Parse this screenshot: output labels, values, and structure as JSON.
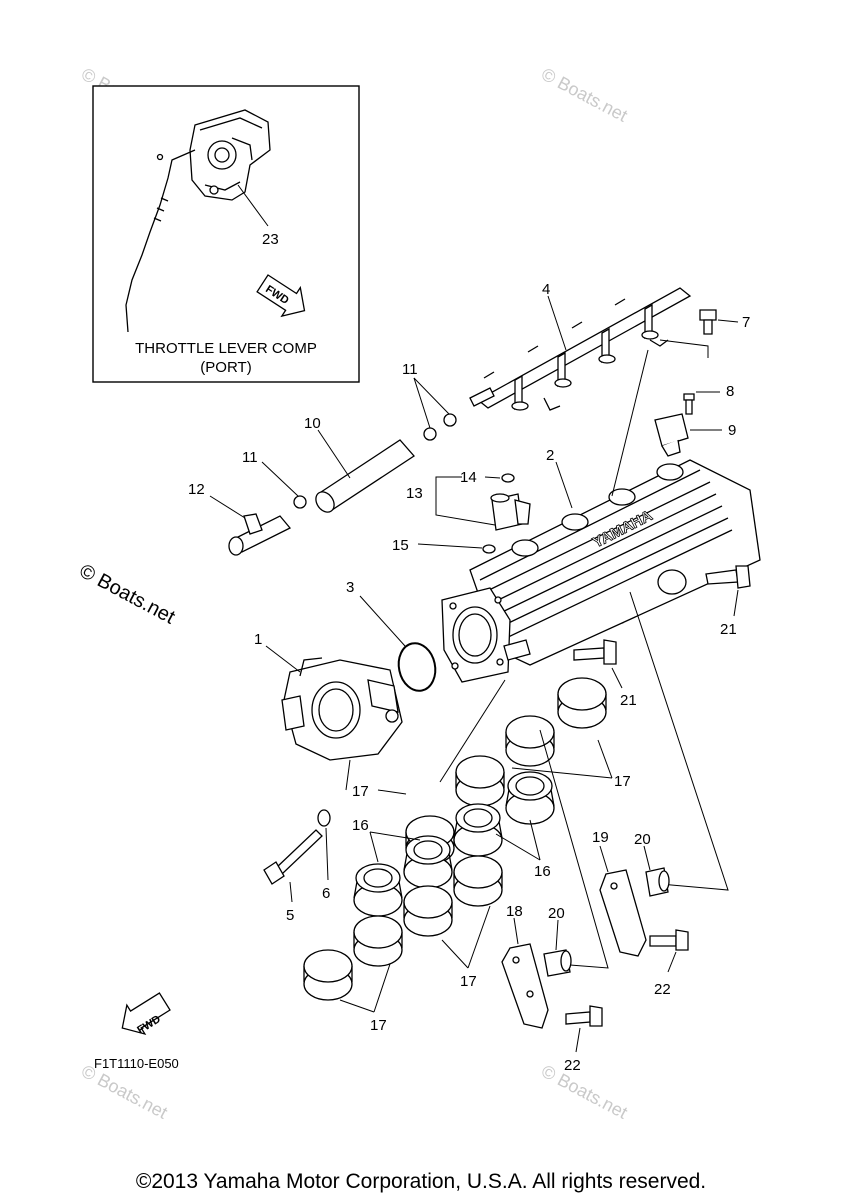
{
  "inset": {
    "caption_line1": "THROTTLE LEVER COMP",
    "caption_line2": "(PORT)",
    "fwd_label": "FWD"
  },
  "callouts": {
    "c1": "1",
    "c2": "2",
    "c3": "3",
    "c4": "4",
    "c5": "5",
    "c6": "6",
    "c7": "7",
    "c8": "8",
    "c9": "9",
    "c10": "10",
    "c11a": "11",
    "c11b": "11",
    "c12": "12",
    "c13": "13",
    "c14": "14",
    "c15": "15",
    "c16a": "16",
    "c16b": "16",
    "c17a": "17",
    "c17b": "17",
    "c17c": "17",
    "c17d": "17",
    "c18": "18",
    "c19": "19",
    "c20a": "20",
    "c20b": "20",
    "c21a": "21",
    "c21b": "21",
    "c22a": "22",
    "c22b": "22",
    "c23": "23"
  },
  "fwd_label": "FWD",
  "diagram_code": "F1T1110-E050",
  "manifold_brand": "YAMAHA",
  "watermark_large": "© Boats.net",
  "watermark_small": "© Boats.net",
  "copyright": "©2013 Yamaha Motor Corporation, U.S.A. All rights reserved."
}
